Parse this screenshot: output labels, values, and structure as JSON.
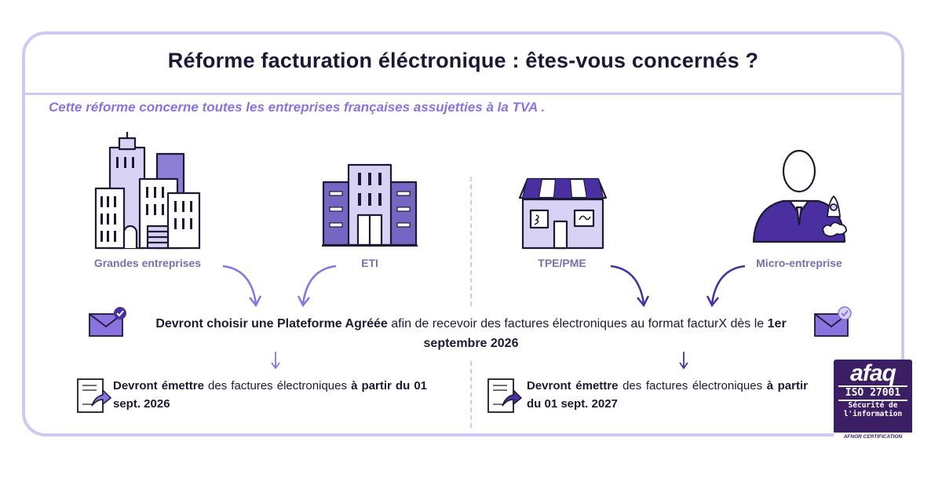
{
  "title": "Réforme facturation éléctronique : êtes-vous concernés ?",
  "subtitle": "Cette réforme concerne toutes les entreprises françaises assujetties à la TVA .",
  "categories": [
    {
      "label": "Grandes entreprises",
      "icon": "skyscrapers-icon"
    },
    {
      "label": "ETI",
      "icon": "office-building-icon"
    },
    {
      "label": "TPE/PME",
      "icon": "shop-icon"
    },
    {
      "label": "Micro-entreprise",
      "icon": "person-rocket-icon"
    }
  ],
  "main": {
    "bold_1": "Devront choisir une Plateforme Agréée",
    "text_1": "afin de recevoir des factures électroniques au format facturX dès le",
    "bold_2": "1er",
    "bold_3": "septembre 2026"
  },
  "left_block": {
    "bold_1": "Devront émettre",
    "text_1": "des factures électroniques",
    "bold_2": "à partir du 01 sept. 2026"
  },
  "right_block": {
    "bold_1": "Devront émettre",
    "text_1": "des factures électroniques",
    "bold_2": "à partir du 01 sept. 2027"
  },
  "badge": {
    "brand": "afaq",
    "iso": "ISO 27001",
    "line1": "Sécurité de",
    "line2": "l'information",
    "footer": "AFNOR CERTIFICATION"
  },
  "colors": {
    "accent": "#8a73e0",
    "dark_purple": "#4a2fa0",
    "frame": "#cfc8f3",
    "badge": "#3b1e63"
  }
}
